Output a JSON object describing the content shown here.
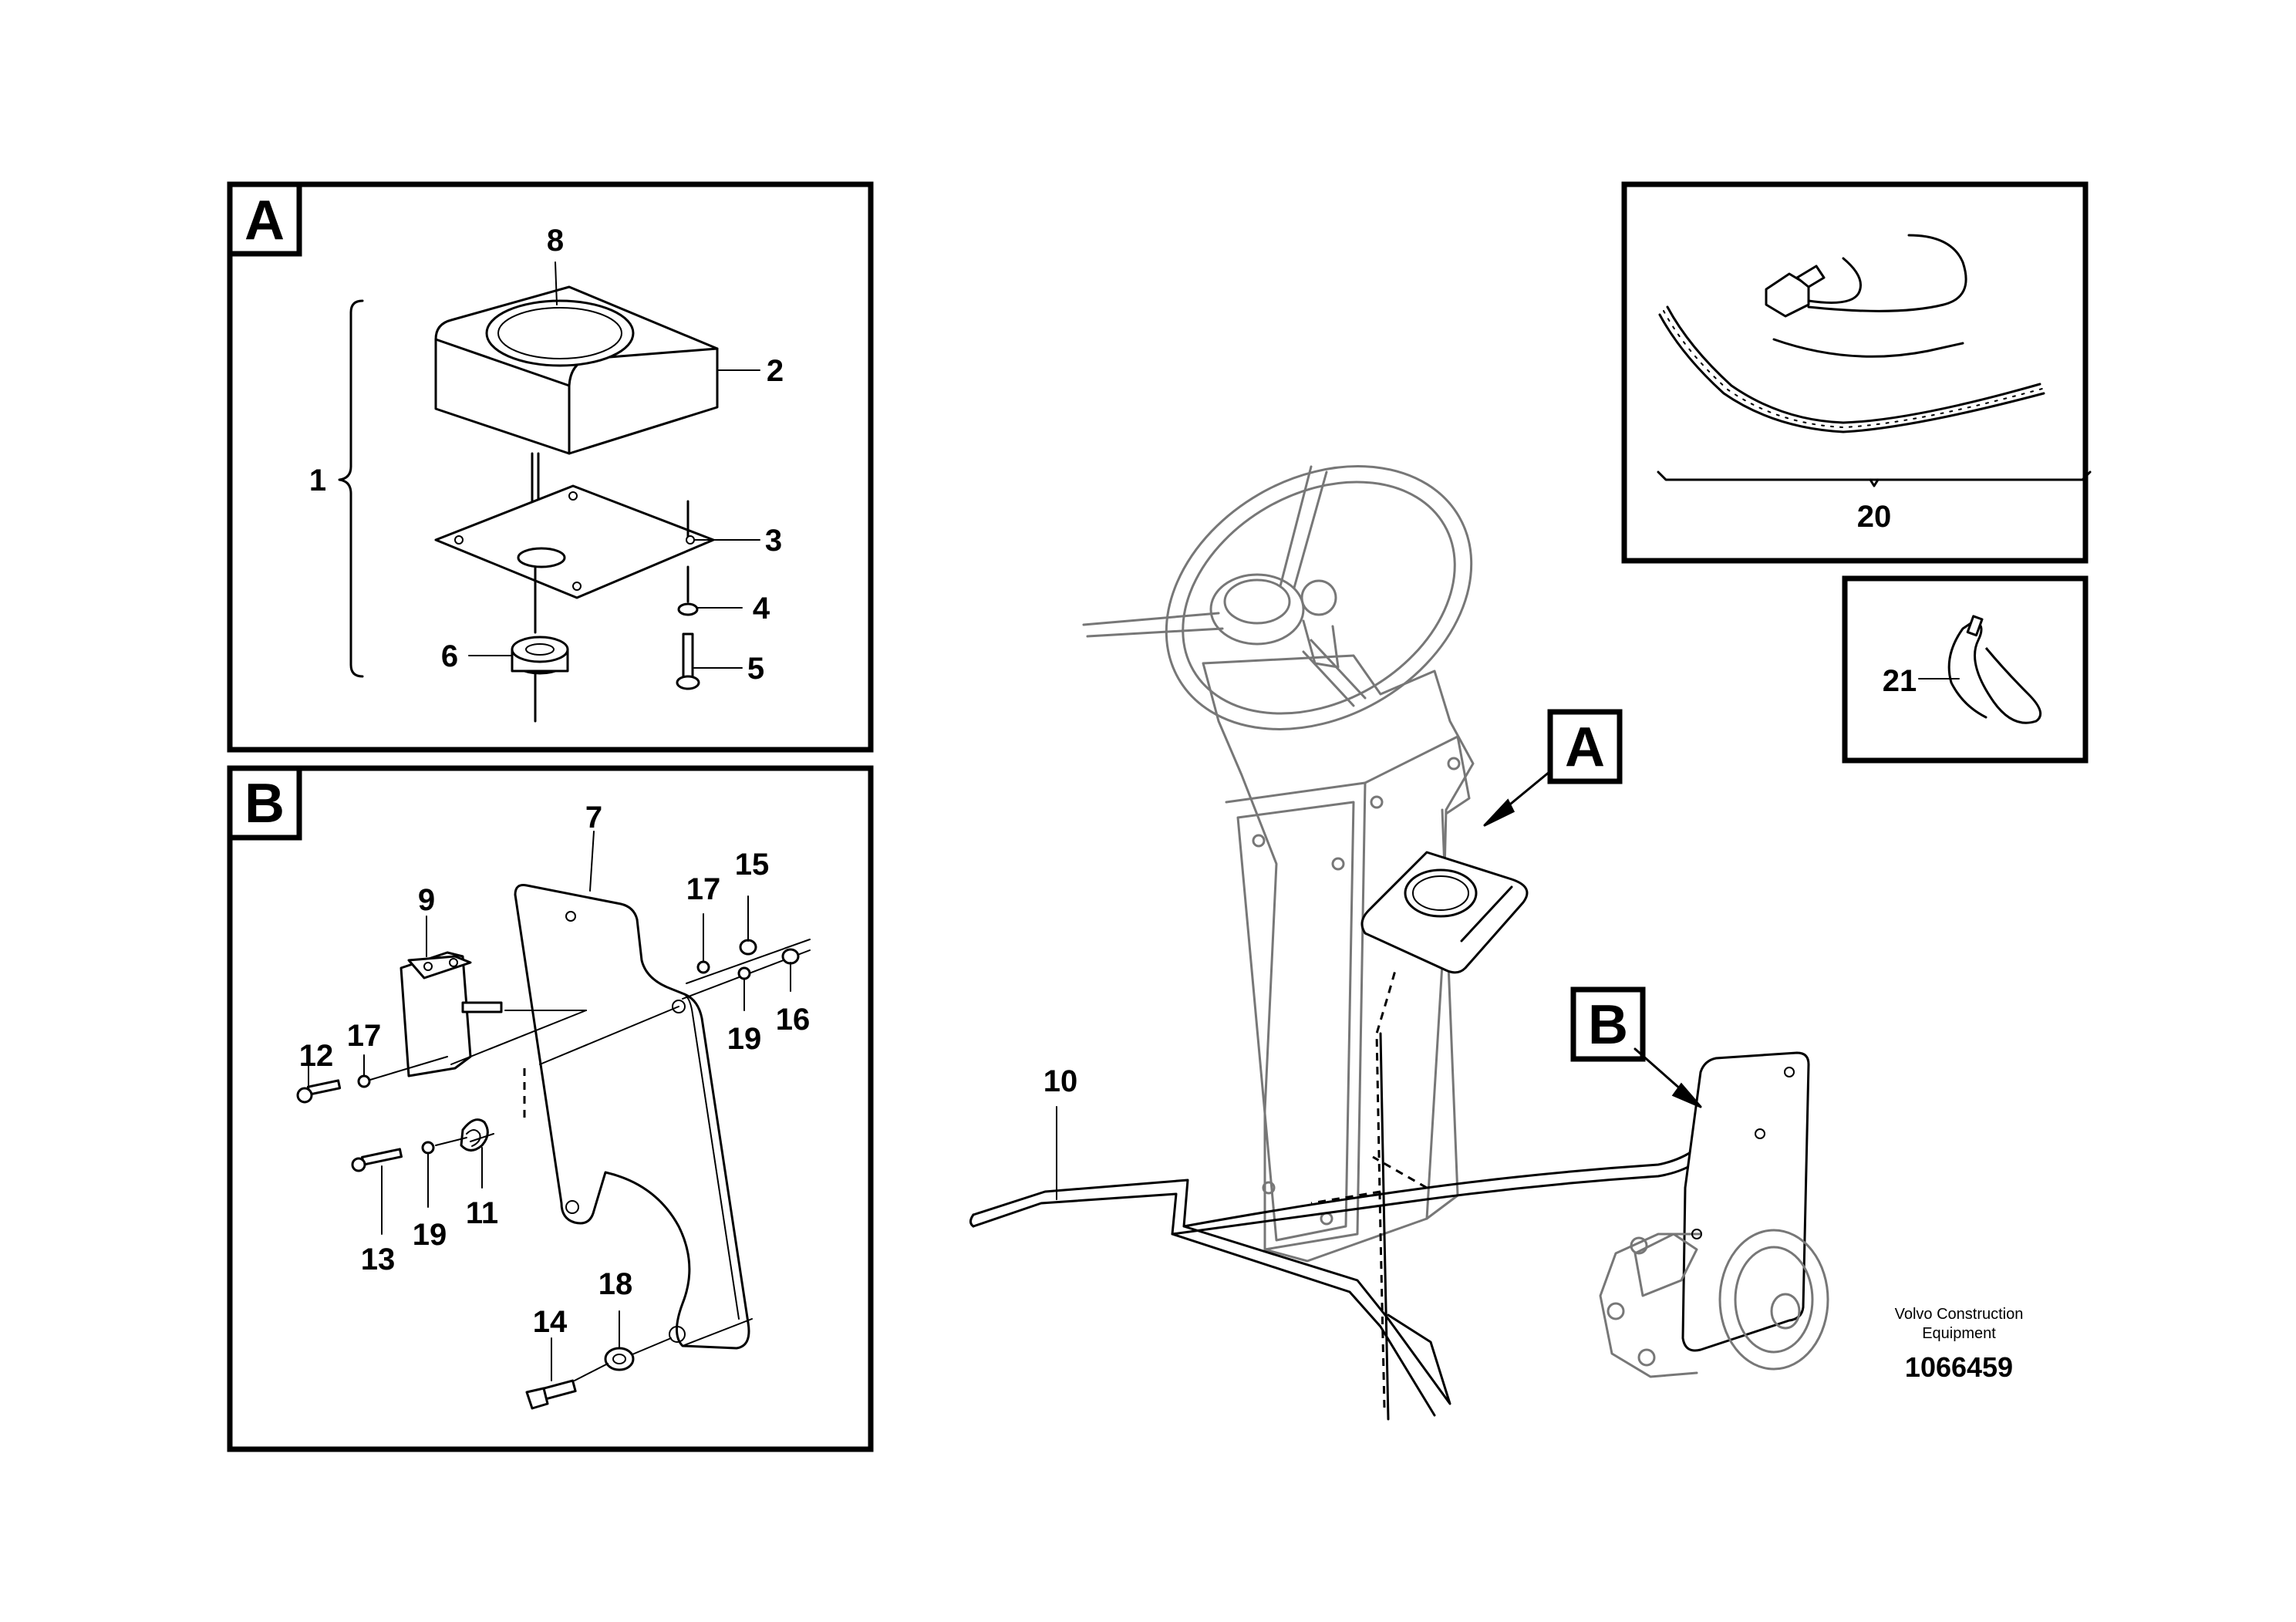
{
  "diagram": {
    "panel_tags": {
      "a": "A",
      "b": "B"
    },
    "callout_tags": {
      "a": "A",
      "b": "B"
    },
    "panel_a": {
      "1": "1",
      "2": "2",
      "3": "3",
      "4": "4",
      "5": "5",
      "6": "6",
      "8": "8"
    },
    "panel_b": {
      "7": "7",
      "9": "9",
      "11": "11",
      "12": "12",
      "13": "13",
      "14": "14",
      "15": "15",
      "16": "16",
      "17a": "17",
      "17b": "17",
      "18": "18",
      "19a": "19",
      "19b": "19"
    },
    "main": {
      "10": "10"
    },
    "kit": {
      "20": "20"
    },
    "tie": {
      "21": "21"
    },
    "brand_line1": "Volvo Construction",
    "brand_line2": "Equipment",
    "doc_number": "1066459"
  }
}
